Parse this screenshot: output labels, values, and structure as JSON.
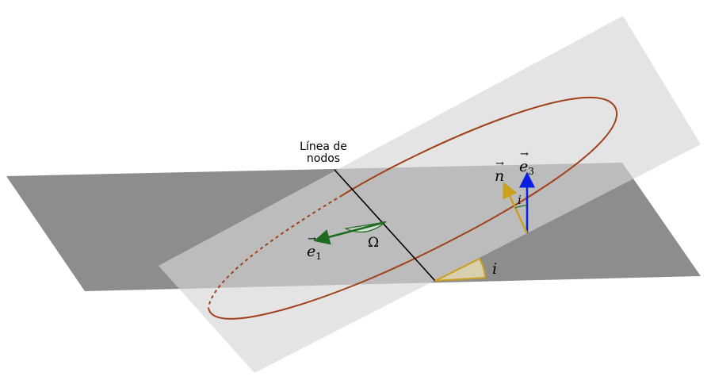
{
  "labels": {
    "linea_nodos_1": "Línea de",
    "linea_nodos_2": "nodos",
    "e1_base": "e",
    "e1_sub": "1",
    "omega": "Ω",
    "i_bottom": "i",
    "n_vec": "n",
    "i_small": "i",
    "e3_base": "e",
    "e3_sub": "3"
  },
  "colors": {
    "reference_plane": "#8d8d8d",
    "orbital_plane": "#d6d6d6",
    "orbit": "#a0401a",
    "e1_vector": "#1f6b1f",
    "e3_vector": "#0b1fe0",
    "n_vector": "#c9a020",
    "inclination_wedge": "#d8cfae",
    "nodes_line": "#000000"
  }
}
